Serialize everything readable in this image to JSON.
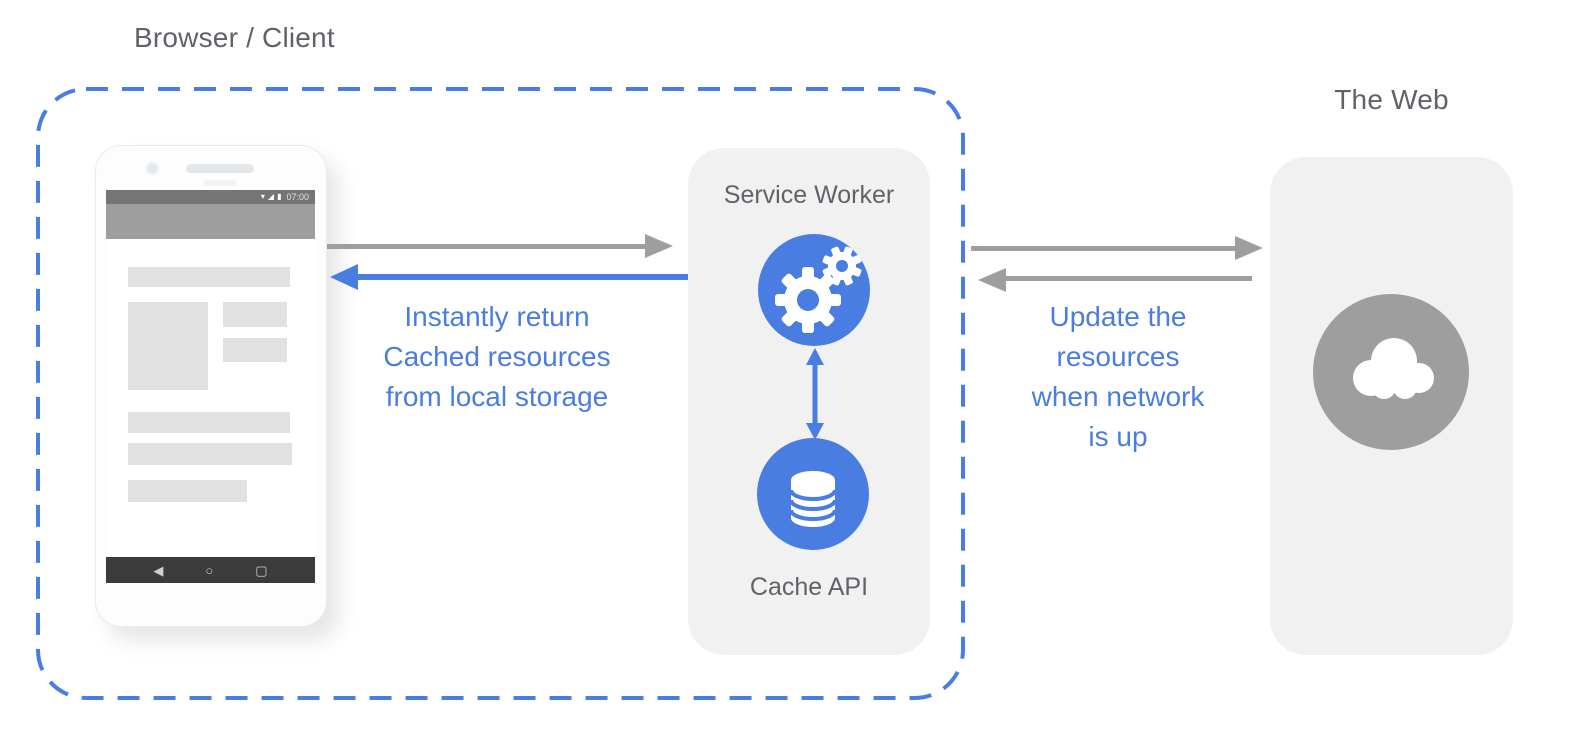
{
  "labels": {
    "browser_client": "Browser / Client",
    "the_web": "The Web",
    "service_worker": "Service Worker",
    "cache_api": "Cache API"
  },
  "annotations": {
    "left": {
      "lines": [
        "Instantly return",
        "Cached resources",
        "from local storage"
      ]
    },
    "right": {
      "lines": [
        "Update the",
        "resources",
        "when network",
        "is up"
      ]
    }
  },
  "phone": {
    "status_time": "07:00",
    "icons": {
      "wifi": "▾",
      "signal": "◢",
      "battery": "▮",
      "back": "◀",
      "home": "○",
      "recents": "▢"
    }
  },
  "colors": {
    "accent_blue": "#4a7de2",
    "arrow_gray": "#9e9e9e",
    "panel_bg": "#f1f1f2",
    "label_gray": "#5f6368",
    "web_circle_gray": "#9e9e9e"
  }
}
